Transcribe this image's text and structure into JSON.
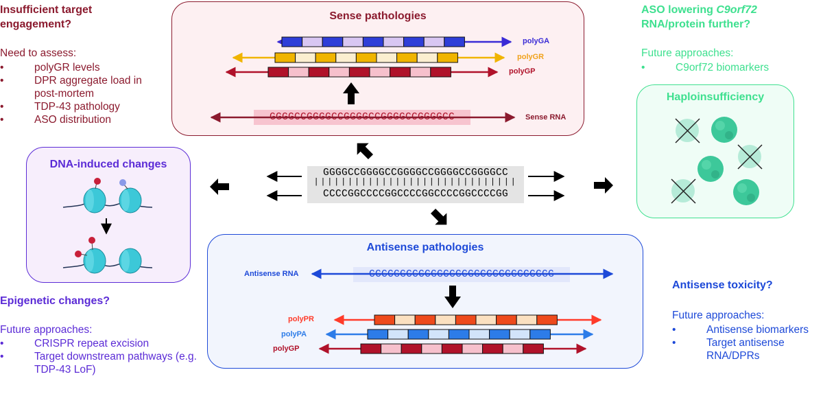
{
  "left_panel": {
    "title": "Insufficient target engagement?",
    "intro": "Need to assess:",
    "items": [
      "polyGR levels",
      "DPR aggregate load in post-mortem",
      "TDP-43 pathology",
      "ASO distribution"
    ]
  },
  "sense_box": {
    "title": "Sense pathologies",
    "dprs": [
      "polyGA",
      "polyGR",
      "polyGP"
    ],
    "rna_sequence": "GGGGCCGGGGCCGGGGCCGGGGCCGGGGCC",
    "rna_label": "Sense RNA"
  },
  "aso_panel": {
    "title_prefix": "ASO lowering ",
    "title_gene": "C9orf72",
    "title_suffix": " RNA/protein further?",
    "future_heading": "Future approaches:",
    "items": [
      "C9orf72 biomarkers"
    ]
  },
  "haplo_box": {
    "title": "Haploinsufficiency"
  },
  "dna_box": {
    "title": "DNA-induced changes"
  },
  "center_dna": {
    "top_strand": "GGGGCCGGGGCCGGGGCCGGGGCCGGGGCC",
    "bottom_strand": "CCCCGGCCCCGGCCCCGGCCCCGGCCCCGG"
  },
  "antisense_box": {
    "title": "Antisense pathologies",
    "rna_label": "Antisense RNA",
    "rna_sequence": "CCCCGGCCCCGGCCCCGGCCCCGGCCCCGG",
    "dprs": [
      "polyPR",
      "polyPA",
      "polyGP"
    ]
  },
  "epigenetic_panel": {
    "title": "Epigenetic changes?",
    "future_heading": "Future approaches:",
    "items": [
      "CRISPR repeat excision",
      "Target downstream pathways (e.g. TDP-43 LoF)"
    ]
  },
  "antisense_panel": {
    "title": "Antisense toxicity?",
    "future_heading": "Future approaches:",
    "items": [
      "Antisense biomarkers",
      "Target antisense RNA/DPRs"
    ]
  },
  "colors": {
    "maroon": "#8b1a2e",
    "purple": "#5b2bd6",
    "green": "#3ee08f",
    "blue": "#1d49d8",
    "sense_bg": "#fdf0f2",
    "dna_bg": "#f7eefc",
    "haplo_bg": "#effdf6",
    "antisense_bg": "#f2f5fd"
  }
}
